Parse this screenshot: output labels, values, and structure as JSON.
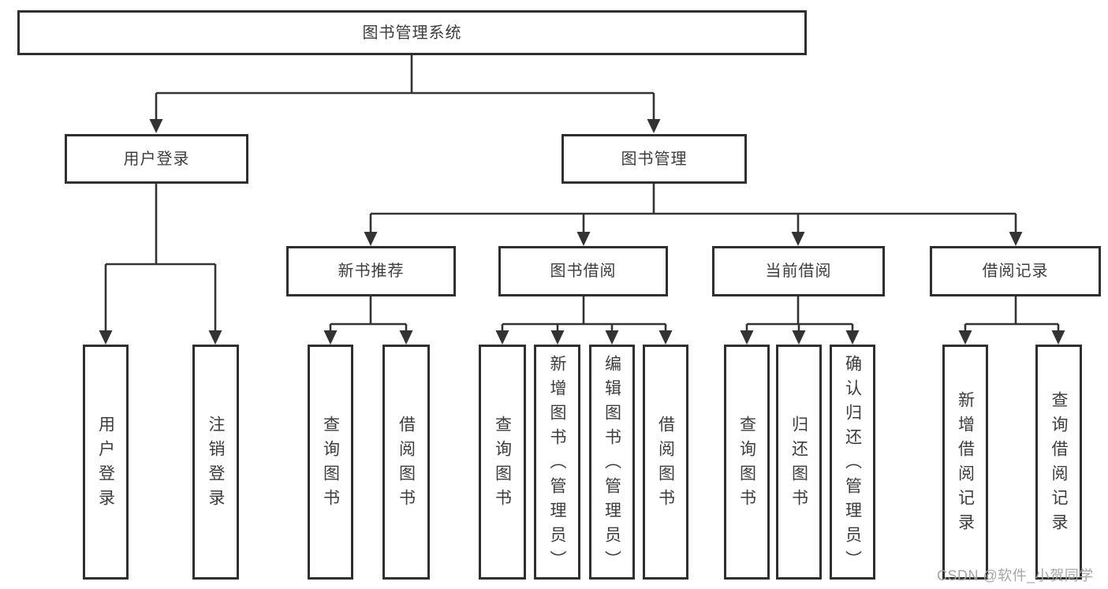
{
  "nodes": {
    "root": "图书管理系统",
    "user_login": "用户登录",
    "book_mgmt": "图书管理",
    "new_book_rec": "新书推荐",
    "book_borrow": "图书借阅",
    "current_borrow": "当前借阅",
    "borrow_record": "借阅记录",
    "leaf_user_login": "用户登录",
    "leaf_logout": "注销登录",
    "leaf_rec_query_book": "查询图书",
    "leaf_rec_borrow_book": "借阅图书",
    "leaf_bor_query_book": "查询图书",
    "leaf_bor_add_book": "新增图书（管理员）",
    "leaf_bor_edit_book": "编辑图书（管理员）",
    "leaf_bor_borrow_book": "借阅图书",
    "leaf_cur_query_book": "查询图书",
    "leaf_cur_return_book": "归还图书",
    "leaf_cur_confirm_return": "确认归还（管理员）",
    "leaf_record_add": "新增借阅记录",
    "leaf_record_query": "查询借阅记录"
  },
  "watermark": "CSDN @软件_小贺同学",
  "colors": {
    "line": "#333333",
    "box-border": "#2f2f2f",
    "box-fill": "#ffffff",
    "text": "#3c3c3c",
    "watermark": "#a6a6a6",
    "background": "#ffffff"
  }
}
